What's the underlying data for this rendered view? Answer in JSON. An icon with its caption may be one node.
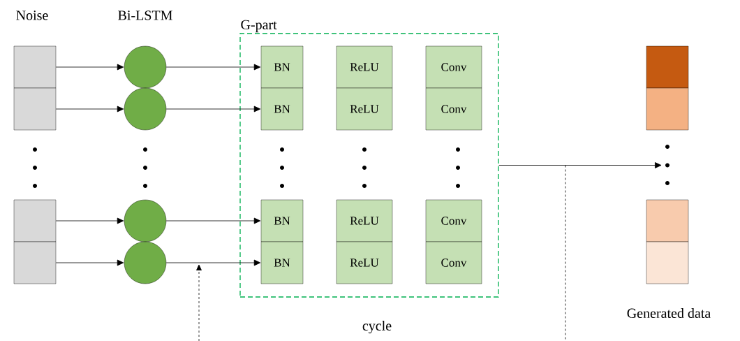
{
  "diagram": {
    "nodes": [
      {
        "text": [],
        "shape": "box"
      },
      {
        "text": [],
        "shape": "box"
      },
      {
        "text": [],
        "shape": "box"
      },
      {
        "text": [],
        "shape": "box"
      },
      {
        "text": [],
        "shape": "circle"
      },
      {
        "text": [],
        "shape": "circle"
      },
      {
        "text": [],
        "shape": "circle"
      },
      {
        "text": [],
        "shape": "circle"
      },
      {
        "text": [
          "G-part"
        ]
      },
      {
        "text": [
          "BN"
        ],
        "in": 8
      },
      {
        "text": [
          "ReLU"
        ],
        "in": 8
      },
      {
        "text": [
          "Conv"
        ],
        "in": 8
      },
      {
        "text": [
          "BN"
        ],
        "in": 8
      },
      {
        "text": [
          "ReLU"
        ],
        "in": 8
      },
      {
        "text": [
          "Conv"
        ],
        "in": 8
      },
      {
        "text": [
          "BN"
        ],
        "in": 8
      },
      {
        "text": [
          "ReLU"
        ],
        "in": 8
      },
      {
        "text": [
          "Conv"
        ],
        "in": 8
      },
      {
        "text": [
          "BN"
        ],
        "in": 8
      },
      {
        "text": [
          "ReLU"
        ],
        "in": 8
      },
      {
        "text": [
          "Conv"
        ],
        "in": 8
      },
      {
        "text": [],
        "shape": "box"
      },
      {
        "text": [],
        "shape": "box"
      },
      {
        "text": [],
        "shape": "box"
      },
      {
        "text": [],
        "shape": "box"
      }
    ],
    "edges": [
      {
        "from": 0,
        "to": 4,
        "arrow": "to"
      },
      {
        "from": 1,
        "to": 5,
        "arrow": "to"
      },
      {
        "from": 2,
        "to": 6,
        "arrow": "to"
      },
      {
        "from": 3,
        "to": 7,
        "arrow": "to"
      },
      {
        "from": 4,
        "to": 9,
        "arrow": "to"
      },
      {
        "from": 5,
        "to": 12,
        "arrow": "to"
      },
      {
        "from": 6,
        "to": 15,
        "arrow": "to"
      },
      {
        "from": 7,
        "to": 18,
        "arrow": "to"
      },
      {
        "from": 8,
        "to": null,
        "arrow": "to"
      }
    ],
    "labels": [
      "Noise",
      "Bi-LSTM",
      "cycle",
      "Generated data"
    ]
  }
}
